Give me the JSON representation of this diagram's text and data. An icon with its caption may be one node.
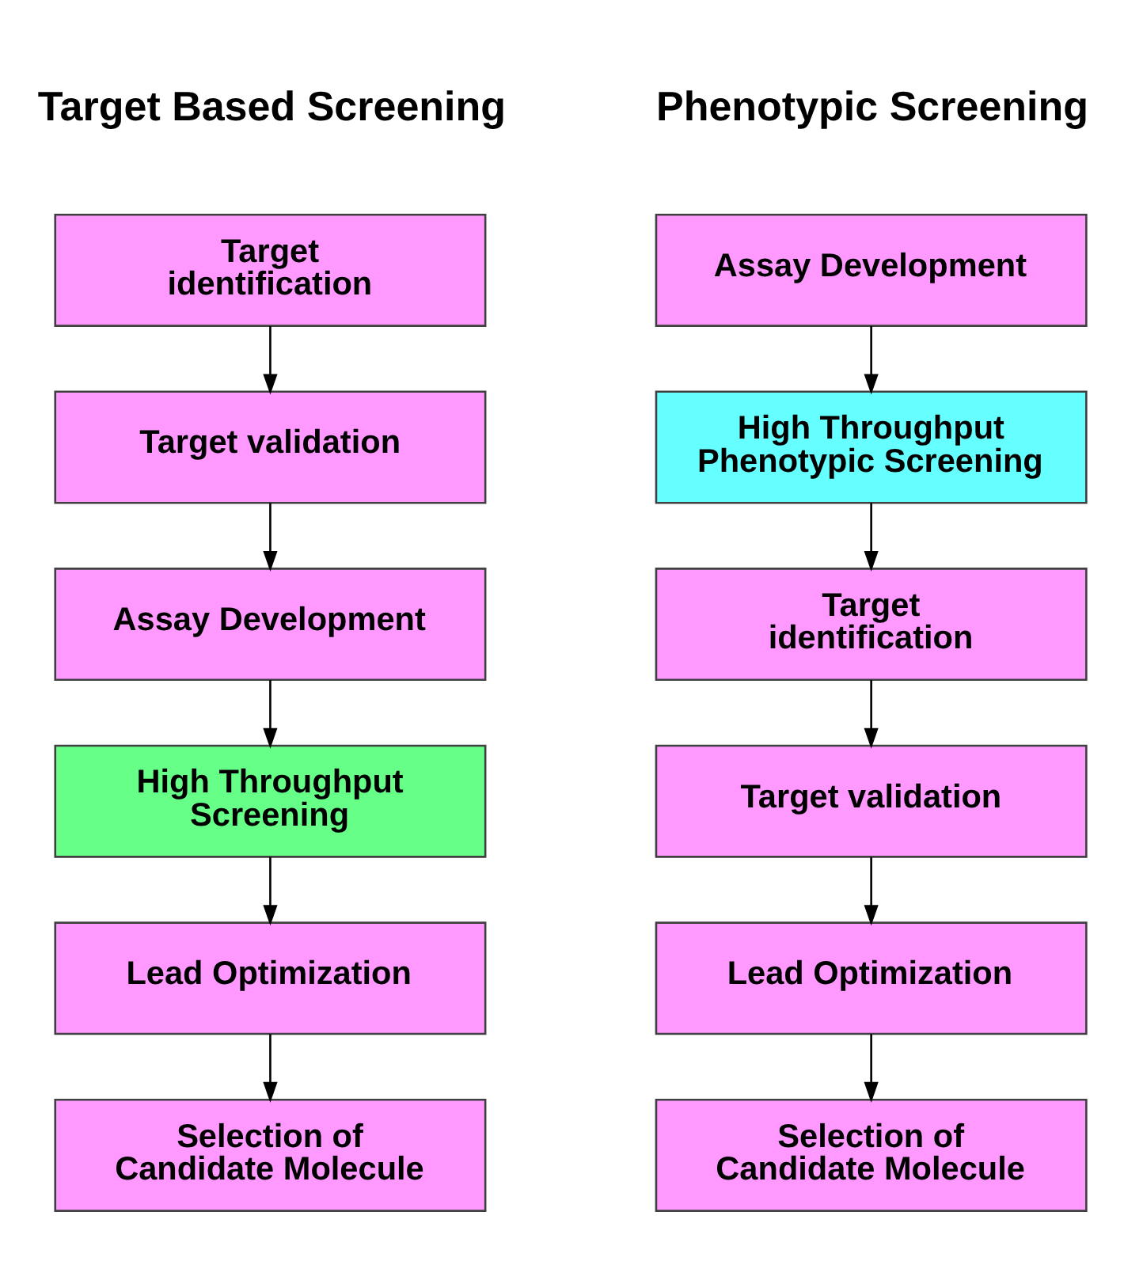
{
  "diagram": {
    "nodes": [
      {
        "text": [
          "Target identification"
        ]
      },
      {
        "text": [
          "Target validation"
        ]
      },
      {
        "text": [
          "Assay Development"
        ]
      },
      {
        "text": [
          "High Throughput Screening"
        ]
      },
      {
        "text": [
          "Lead Optimization"
        ]
      },
      {
        "text": [
          "Selection of Candidate Molecule"
        ]
      },
      {
        "text": [
          "Assay Development"
        ]
      },
      {
        "text": [
          "High Throughput Phenotypic Screening"
        ]
      },
      {
        "text": [
          "Target identification"
        ]
      },
      {
        "text": [
          "Target validation"
        ]
      },
      {
        "text": [
          "Lead Optimization"
        ]
      },
      {
        "text": [
          "Selection of Candidate Molecule"
        ]
      }
    ],
    "edges": [
      {
        "from": 0,
        "to": 1,
        "arrow": "to"
      },
      {
        "from": 1,
        "to": 2,
        "arrow": "to"
      },
      {
        "from": 2,
        "to": 3,
        "arrow": "to"
      },
      {
        "from": 3,
        "to": 4,
        "arrow": "to"
      },
      {
        "from": 4,
        "to": 5,
        "arrow": "to"
      },
      {
        "from": 6,
        "to": 7,
        "arrow": "to"
      },
      {
        "from": 7,
        "to": 8,
        "arrow": "to"
      },
      {
        "from": 8,
        "to": 9,
        "arrow": "to"
      },
      {
        "from": 9,
        "to": 10,
        "arrow": "to"
      },
      {
        "from": 10,
        "to": 11,
        "arrow": "to"
      }
    ],
    "labels": [
      "Target Based Screening",
      "Phenotypic Screening"
    ]
  }
}
